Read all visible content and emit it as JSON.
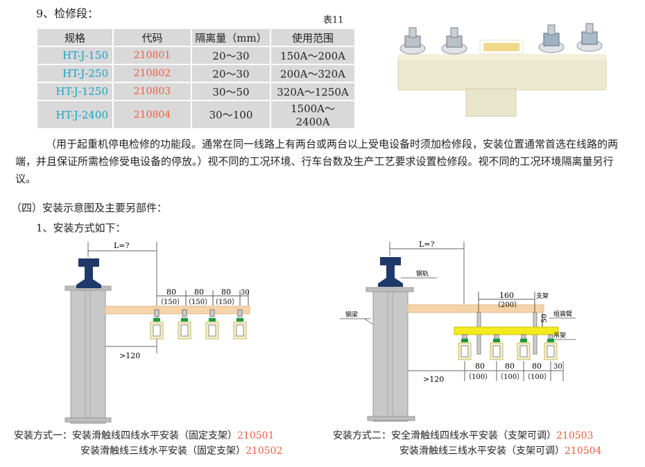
{
  "section": {
    "title": "9、检修段：",
    "table_caption": "表11"
  },
  "spec_table": {
    "headers": [
      "规格",
      "代码",
      "隔离量（mm）",
      "使用范围"
    ],
    "rows": [
      {
        "model": "HT-J-150",
        "code": "210801",
        "isolation": "20～30",
        "range": "150A～200A"
      },
      {
        "model": "HT-J-250",
        "code": "210802",
        "isolation": "20～30",
        "range": "200A～320A"
      },
      {
        "model": "HT-J-1250",
        "code": "210803",
        "isolation": "30～50",
        "range": "320A～1250A"
      },
      {
        "model": "HT-J-2400",
        "code": "210804",
        "isolation": "30～100",
        "range": "1500A～2400A"
      }
    ]
  },
  "paragraph": "（用于起重机停电检修的功能段。通常在同一线路上有两台或两台以上受电设备时须加检修段，安装位置通常首选在线路的两端，并且保证所需检修受电设备的停放。）视不同的工况环境、行车台数及生产工艺要求设置检修段。视不同的工况环境隔离量另行议。",
  "subheading_4": "（四）安装示意图及主要另部件：",
  "subheading_1": "1、安装方式如下：",
  "colors": {
    "model_blue": "#1aa0c8",
    "code_red": "#f05a3c",
    "beam_orange": "#f6d3a8",
    "hanger_yellow": "#f5ea1e",
    "rail_navy": "#1f3a6a"
  },
  "diagram1": {
    "length_label": "L=?",
    "spacing": [
      "80",
      "80",
      "80",
      "30"
    ],
    "spacing_alt": [
      "（150）",
      "（150）",
      "（150）"
    ],
    "clearance": ">120"
  },
  "diagram2": {
    "length_label": "L=?",
    "rail_label": "钢轨",
    "beam_label": "钢梁",
    "bracket_label": "支架",
    "arm_label": "组装臂",
    "hanger_label": "吊架",
    "bracket_spacing": "160",
    "bracket_spacing_alt": "（200）",
    "drop": "50",
    "spacing": [
      "80",
      "80",
      "80",
      "30"
    ],
    "spacing_alt": [
      "（100）",
      "（100）",
      "（100）"
    ],
    "clearance": ">120"
  },
  "method1": {
    "prefix": "安装方式一：",
    "lines": [
      {
        "text": "安装滑触线四线水平安装（固定支架）",
        "code": "210501"
      },
      {
        "text": "安装滑触线三线水平安装（固定支架）",
        "code": "210502"
      }
    ]
  },
  "method2": {
    "prefix": "安装方式二：",
    "lines": [
      {
        "text": "安全滑触线四线水平安装（支架可调）",
        "code": "210503"
      },
      {
        "text": "安装滑触线三线水平安装（支架可调）",
        "code": "210504"
      }
    ]
  }
}
